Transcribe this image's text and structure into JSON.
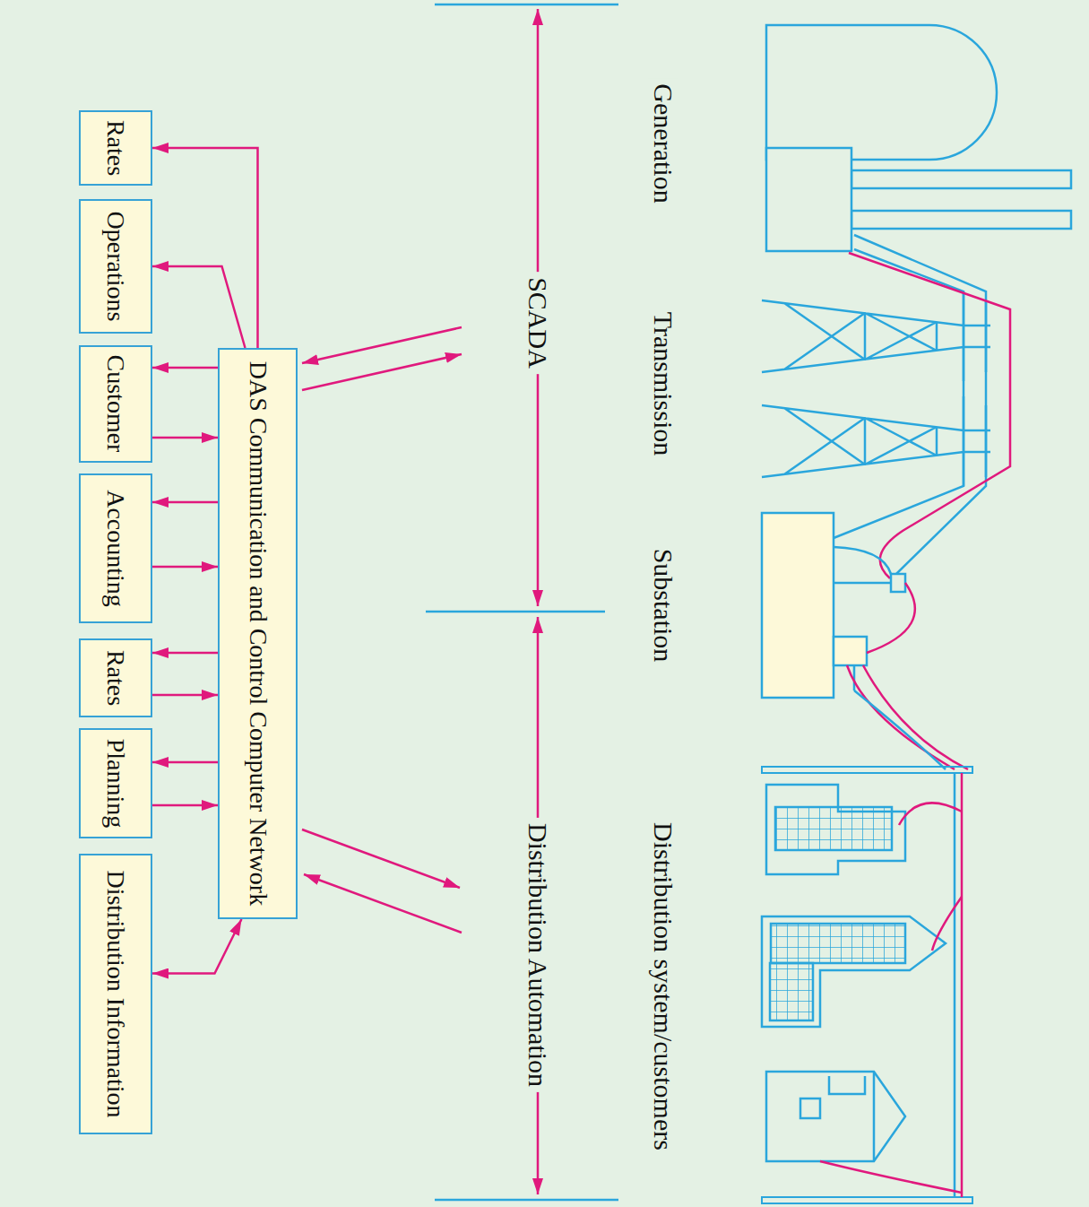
{
  "diagram": {
    "nodes": [
      {
        "text": [
          "DAS Communication and Control Computer Network"
        ]
      },
      {
        "text": [
          "Rates"
        ]
      },
      {
        "text": [
          "Operations"
        ]
      },
      {
        "text": [
          "Customer"
        ]
      },
      {
        "text": [
          "Accounting"
        ]
      },
      {
        "text": [
          "Rates"
        ]
      },
      {
        "text": [
          "Planning"
        ]
      },
      {
        "text": [
          "Distribution Information"
        ]
      }
    ],
    "edges": [
      {
        "from": 0,
        "to": 1,
        "arrow": "to"
      },
      {
        "from": 0,
        "to": 2,
        "arrow": "to"
      },
      {
        "from": 0,
        "to": 3,
        "arrow": "to"
      },
      {
        "from": 3,
        "to": 0,
        "arrow": "to"
      },
      {
        "from": 0,
        "to": 4,
        "arrow": "to"
      },
      {
        "from": 4,
        "to": 0,
        "arrow": "to"
      },
      {
        "from": 0,
        "to": 5,
        "arrow": "to"
      },
      {
        "from": 5,
        "to": 0,
        "arrow": "to"
      },
      {
        "from": 0,
        "to": 6,
        "arrow": "to"
      },
      {
        "from": 6,
        "to": 0,
        "arrow": "to"
      },
      {
        "from": 0,
        "to": 7,
        "arrow": "both"
      }
    ],
    "labels": [
      "Generation",
      "Transmission",
      "Substation",
      "Distribution system/customers",
      "SCADA",
      "Distribution Automation"
    ]
  }
}
